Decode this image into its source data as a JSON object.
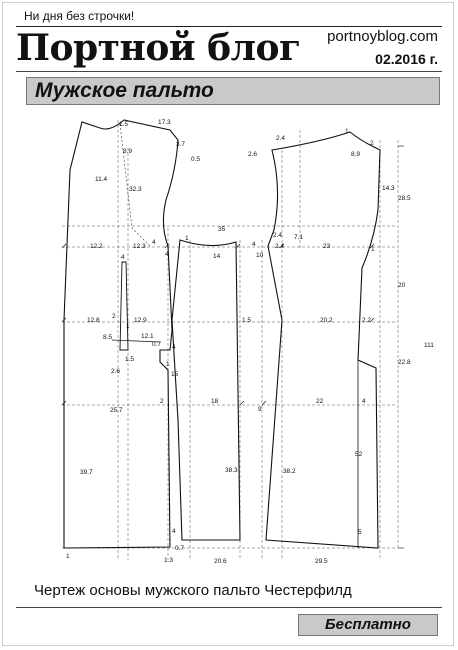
{
  "header": {
    "tagline": "Ни дня без строчки!",
    "brand": "Портной блог",
    "site": "portnoyblog.com",
    "issue": "02.2016 г."
  },
  "title": "Мужское пальто",
  "caption": "Чертеж основы мужского пальто Честерфилд",
  "badge": "Бесплатно",
  "measurements": {
    "m_1_5": "1.5",
    "m_17_3": "17.3",
    "m_8_9a": "8.9",
    "m_3_7": "3.7",
    "m_0_5": "0.5",
    "m_11_4": "11.4",
    "m_32_3": "32.3",
    "m_35": "35",
    "m_12_2": "12.2",
    "m_12_3": "12.3",
    "m_4a": "4",
    "m_1a": "1",
    "m_4b": "4",
    "m_14": "14",
    "m_4c": "4",
    "m_10": "10",
    "m_2_4a": "2.4",
    "m_7_1": "7.1",
    "m_12_8": "12.8",
    "m_12_9": "12.9",
    "m_1b": "1",
    "m_8_5": "8.5",
    "m_12_1": "12.1",
    "m_0_7a": "0.7",
    "m_1_5b": "1.5",
    "m_4d": "4",
    "m_2_6a": "2.6",
    "m_1c": "1",
    "m_15": "15",
    "m_25_7": "25.7",
    "m_2a": "2",
    "m_18": "18",
    "m_9": "9",
    "m_39_7": "39.7",
    "m_38_3": "38.3",
    "m_1_3": "1.3",
    "m_0_7b": "0.7",
    "m_4e": "4",
    "m_20_6": "20.6",
    "m_2_4b": "2.4",
    "m_1d": "1",
    "m_2_6b": "2.6",
    "m_8_9b": "8.9",
    "m_2b": "2",
    "m_14_3": "14.3",
    "m_28_5": "28.5",
    "m_2_4c": "2.4",
    "m_23": "23",
    "m_1e": "1",
    "m_20": "20",
    "m_1_5c": "1.5",
    "m_20_2": "20.2",
    "m_2_2": "2.2",
    "m_111": "111",
    "m_22_8": "22.8",
    "m_22": "22",
    "m_4f": "4",
    "m_52": "52",
    "m_38_2": "38.2",
    "m_5": "5",
    "m_29_5": "29.5"
  }
}
